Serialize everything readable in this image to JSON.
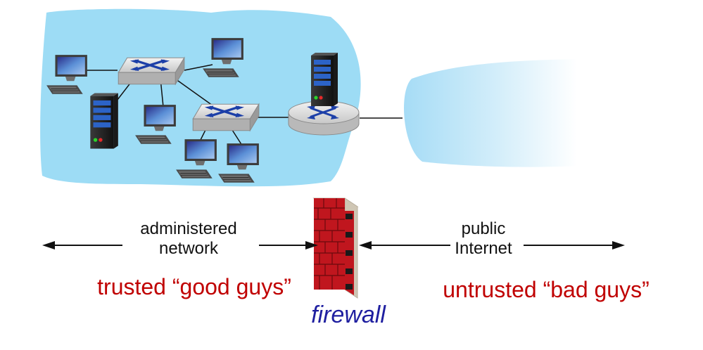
{
  "colors": {
    "trusted": "#c00000",
    "untrusted": "#c00000",
    "firewall_label": "#1f1fa0",
    "cloud": "#9ddcf5",
    "brick": "#c0161e"
  },
  "labels": {
    "admin_line1": "administered",
    "admin_line2": "network",
    "public_line1": "public",
    "public_line2": "Internet",
    "trusted": "trusted “good guys”",
    "untrusted": "untrusted “bad guys”",
    "firewall": "firewall"
  },
  "icons": [
    "laptop-icon",
    "switch-icon",
    "server-icon",
    "router-icon",
    "firewall-icon",
    "cloud-icon"
  ]
}
